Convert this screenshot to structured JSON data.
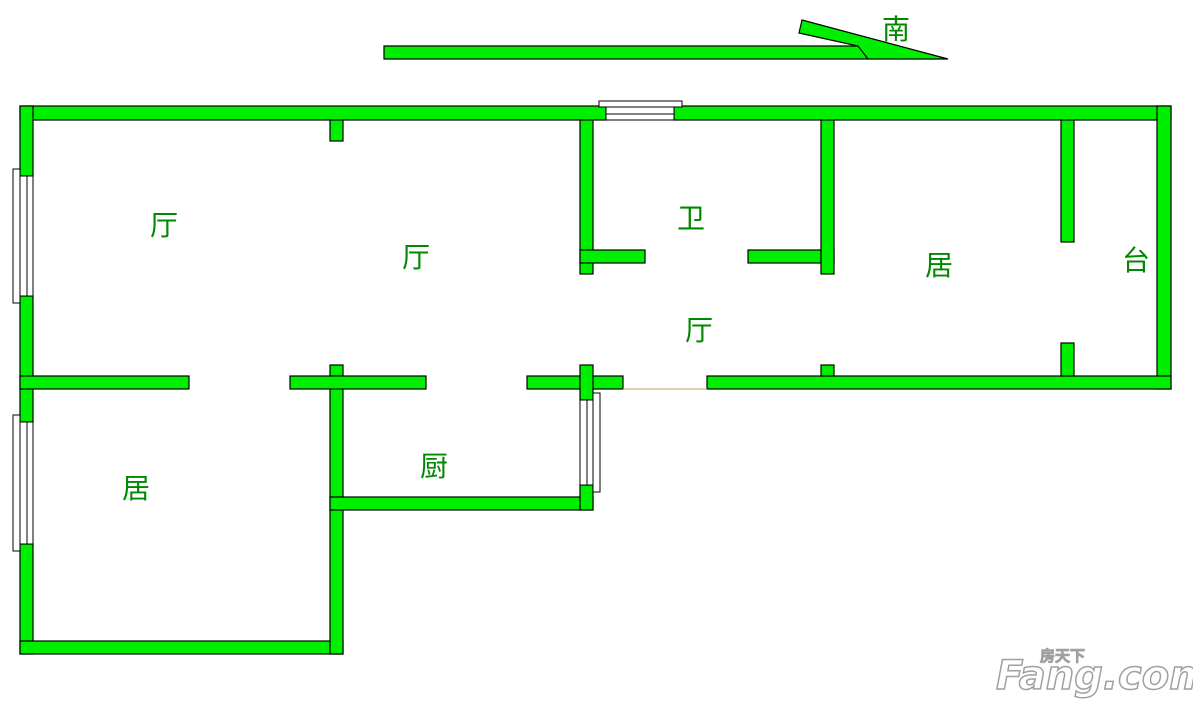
{
  "compass": {
    "label": "南"
  },
  "rooms": {
    "living_west": "厅",
    "living_center": "厅",
    "bathroom": "卫",
    "hall_east": "厅",
    "bedroom_east": "居",
    "balcony": "台",
    "bedroom_west": "居",
    "kitchen": "厨"
  },
  "watermark": {
    "brand_cn": "房天下",
    "brand_en": "Fang.com"
  },
  "colors": {
    "wall": "#00ee00",
    "label": "#008800",
    "outline": "#000000"
  }
}
